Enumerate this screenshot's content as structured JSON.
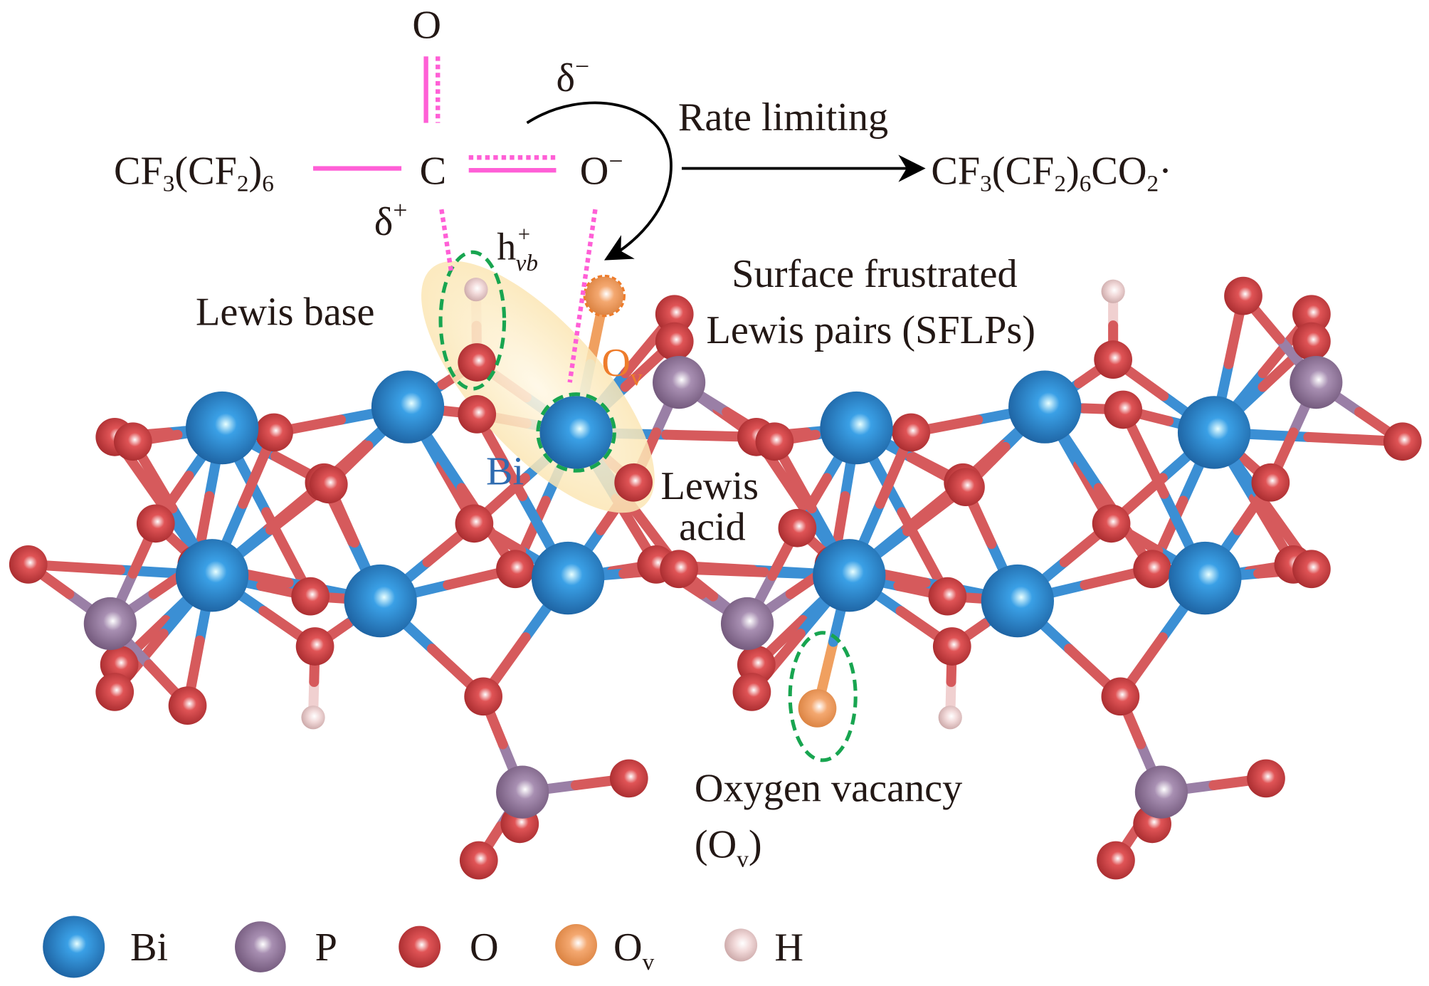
{
  "reaction": {
    "top_oxygen": "O",
    "chain": "CF",
    "chain_sub1": "3",
    "chain_mid": "(CF",
    "chain_sub2": "2",
    "chain_close": ")",
    "chain_sub3": "6",
    "carbon": "C",
    "oxygen_anion": "O",
    "oxygen_charge": "−",
    "delta_minus": "δ",
    "delta_minus_sign": "−",
    "delta_plus": "δ",
    "delta_plus_sign": "+",
    "hole": "h",
    "hole_sup": "+",
    "hole_sub": "vb",
    "arrow_label": "Rate limiting",
    "product_a": "CF",
    "product_sub1": "3",
    "product_b": "(CF",
    "product_sub2": "2",
    "product_c": ")",
    "product_sub3": "6",
    "product_d": "CO",
    "product_sub4": "2",
    "product_dot": "·"
  },
  "labels": {
    "lewis_base": "Lewis base",
    "sflp_line1": "Surface frustrated",
    "sflp_line2": "Lewis pairs (SFLPs)",
    "ov": "O",
    "ov_sub": "v",
    "bi": "Bi",
    "lewis_acid_1": "Lewis",
    "lewis_acid_2": "acid",
    "vacancy_line1": "Oxygen vacancy",
    "vacancy_line2a": "(O",
    "vacancy_sub": "v",
    "vacancy_line2b": ")"
  },
  "legend": [
    {
      "label": "Bi",
      "sub": "",
      "color": "#2f86d0"
    },
    {
      "label": "P",
      "sub": "",
      "color": "#9a7fa6"
    },
    {
      "label": "O",
      "sub": "",
      "color": "#d9484b"
    },
    {
      "label": "O",
      "sub": "v",
      "color": "#f0a060"
    },
    {
      "label": "H",
      "sub": "",
      "color": "#f0d0d0"
    }
  ],
  "colors": {
    "bond_pink": "#ff5fd6",
    "highlight_green": "#18a550",
    "ov_orange": "#ee7c2b",
    "bi_label": "#2e6bb0",
    "sflp_fill": "#fbe6b4"
  }
}
